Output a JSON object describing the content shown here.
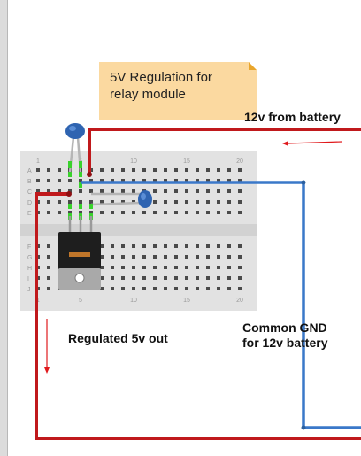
{
  "note": {
    "line1": "5V Regulation for",
    "line2": "relay module"
  },
  "labels": {
    "battery": "12v from battery",
    "regulated": "Regulated 5v out",
    "gnd_line1": "Common GND",
    "gnd_line2": "for 12v battery"
  },
  "breadboard": {
    "row_labels": [
      "A",
      "B",
      "C",
      "D",
      "E",
      "F",
      "G",
      "H",
      "I",
      "J"
    ],
    "column_labels": [
      "1",
      "5",
      "10",
      "15",
      "20"
    ]
  },
  "colors": {
    "power_wire": "#c0191c",
    "ground_wire": "#3a78c9",
    "note_fill": "#fbd9a0",
    "breadboard": "#e2e2e2",
    "led": "#39d22c",
    "capacitor": "#2f64b1",
    "arrow": "#e0191c"
  },
  "icons": [
    "capacitor-icon",
    "voltage-regulator-icon",
    "arrow-icon"
  ]
}
